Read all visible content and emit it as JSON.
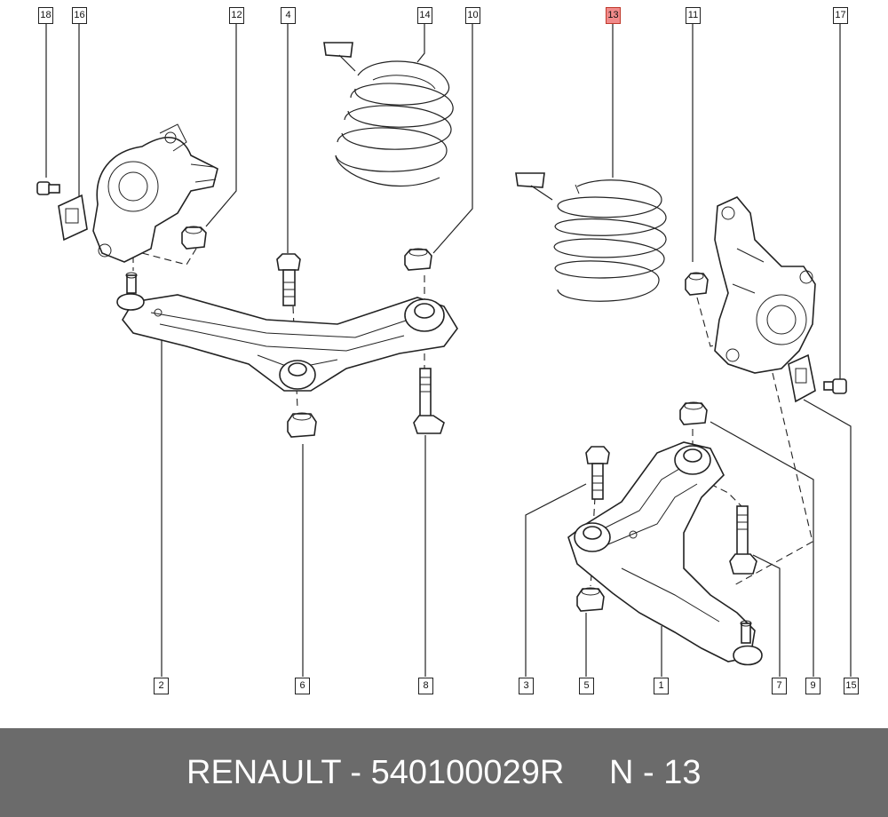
{
  "labels": {
    "l18": "18",
    "l16": "16",
    "l12": "12",
    "l4": "4",
    "l14": "14",
    "l10": "10",
    "l13": "13",
    "l11": "11",
    "l17": "17",
    "l2": "2",
    "l6": "6",
    "l8": "8",
    "l3": "3",
    "l5": "5",
    "l1": "1",
    "l7": "7",
    "l9": "9",
    "l15": "15"
  },
  "highlight_color": "#f08a8a",
  "footer": {
    "part_text": "RENAULT - 540100029R",
    "ref_text": "N - 13",
    "background": "#6b6b6b"
  }
}
